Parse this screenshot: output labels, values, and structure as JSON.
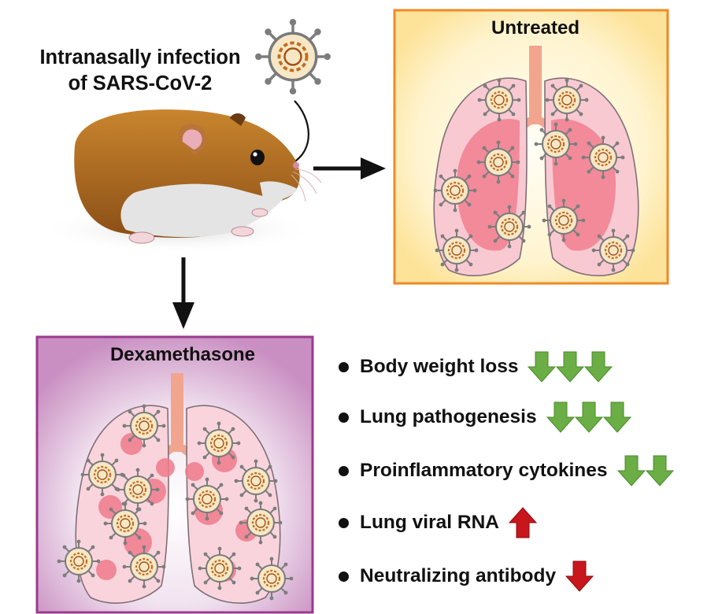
{
  "infection": {
    "line1": "Intranasally infection",
    "line2": "of SARS-CoV-2"
  },
  "panels": {
    "untreated": {
      "title": "Untreated",
      "border_color": "#f08a24",
      "fill_color": "#fde9a3"
    },
    "dexamethasone": {
      "title": "Dexamethasone",
      "border_color": "#9a3a8e",
      "fill_color": "#d9a6d3"
    }
  },
  "outcomes": [
    {
      "label": "Body weight loss",
      "direction": "down",
      "count": 3,
      "color": "#6aae45"
    },
    {
      "label": "Lung pathogenesis",
      "direction": "down",
      "count": 3,
      "color": "#6aae45"
    },
    {
      "label": "Proinflammatory cytokines",
      "direction": "down",
      "count": 2,
      "color": "#6aae45"
    },
    {
      "label": "Lung viral RNA",
      "direction": "up",
      "count": 1,
      "color": "#c8161d"
    },
    {
      "label": "Neutralizing antibody",
      "direction": "down",
      "count": 1,
      "color": "#c8161d"
    }
  ],
  "icons": [
    "hamster-icon",
    "virus-icon",
    "lung-icon",
    "arrow-icon"
  ]
}
